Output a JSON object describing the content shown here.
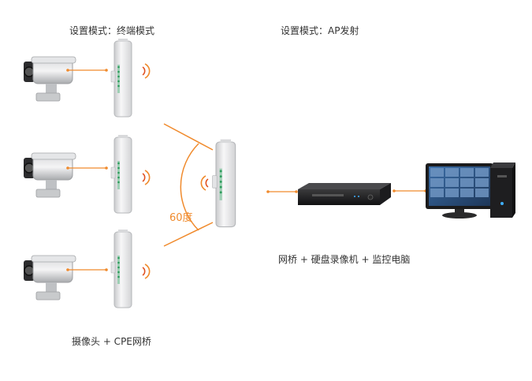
{
  "labels": {
    "terminal_mode": "设置模式：终端模式",
    "ap_mode": "设置模式：AP发射",
    "angle": "60度",
    "receiver_group": "网桥 + 硬盘录像机 + 监控电脑",
    "camera_group": "摄像头 + CPE网桥"
  },
  "colors": {
    "accent": "#f08a2c",
    "text": "#333333"
  },
  "icons": [
    "camera-icon",
    "cpe-bridge-icon",
    "wifi-signal-icon",
    "nvr-icon",
    "monitor-pc-icon"
  ]
}
